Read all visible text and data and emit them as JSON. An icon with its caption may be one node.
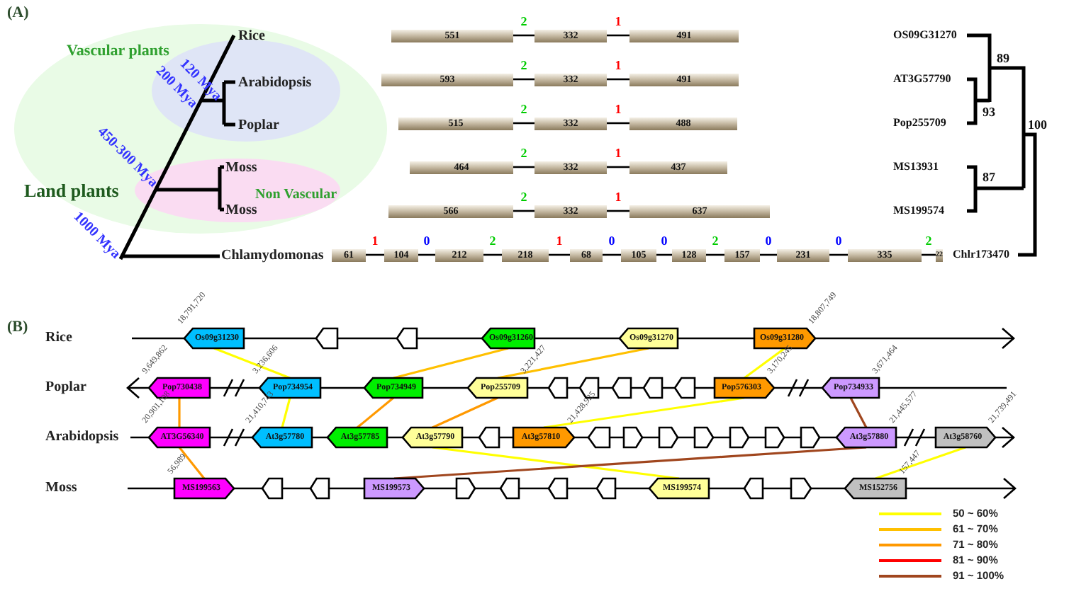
{
  "diagram": {
    "nodes": [
      {
        "text": [
          "Land plants"
        ]
      },
      {
        "text": [
          "Vascular plants"
        ],
        "in": 0
      },
      {
        "text": [
          "Rice"
        ],
        "in": 1
      },
      {
        "text": [
          "Arabidopsis"
        ],
        "in": 1
      },
      {
        "text": [
          "Poplar"
        ],
        "in": 1
      },
      {
        "text": [
          "Non Vascular"
        ],
        "in": 0
      },
      {
        "text": [
          "Moss"
        ],
        "in": 5
      },
      {
        "text": [
          "Moss"
        ],
        "in": 5
      },
      {
        "text": [
          "Chlamydomonas"
        ]
      },
      {
        "text": [
          "551"
        ]
      },
      {
        "text": [
          "332"
        ]
      },
      {
        "text": [
          "491"
        ]
      },
      {
        "text": [
          "593"
        ]
      },
      {
        "text": [
          "332"
        ]
      },
      {
        "text": [
          "491"
        ]
      },
      {
        "text": [
          "515"
        ]
      },
      {
        "text": [
          "332"
        ]
      },
      {
        "text": [
          "488"
        ]
      },
      {
        "text": [
          "464"
        ]
      },
      {
        "text": [
          "332"
        ]
      },
      {
        "text": [
          "437"
        ]
      },
      {
        "text": [
          "566"
        ]
      },
      {
        "text": [
          "332"
        ]
      },
      {
        "text": [
          "637"
        ]
      },
      {
        "text": [
          "61"
        ]
      },
      {
        "text": [
          "104"
        ]
      },
      {
        "text": [
          "212"
        ]
      },
      {
        "text": [
          "218"
        ]
      },
      {
        "text": [
          "68"
        ]
      },
      {
        "text": [
          "105"
        ]
      },
      {
        "text": [
          "128"
        ]
      },
      {
        "text": [
          "157"
        ]
      },
      {
        "text": [
          "231"
        ]
      },
      {
        "text": [
          "335"
        ]
      },
      {
        "text": [
          "22"
        ]
      },
      {
        "text": [
          "Os09g31230"
        ]
      },
      {
        "text": [],
        "shape": "pentagon"
      },
      {
        "text": [],
        "shape": "pentagon"
      },
      {
        "text": [
          "Os09g31260"
        ]
      },
      {
        "text": [
          "Os09g31270"
        ]
      },
      {
        "text": [
          "Os09g31280"
        ]
      },
      {
        "text": [
          "Pop730438"
        ]
      },
      {
        "text": [
          "Pop734954"
        ]
      },
      {
        "text": [
          "Pop734949"
        ]
      },
      {
        "text": [
          "Pop255709"
        ]
      },
      {
        "text": [],
        "shape": "pentagon"
      },
      {
        "text": [],
        "shape": "pentagon"
      },
      {
        "text": [],
        "shape": "pentagon"
      },
      {
        "text": [],
        "shape": "pentagon"
      },
      {
        "text": [],
        "shape": "pentagon"
      },
      {
        "text": [
          "Pop576303"
        ]
      },
      {
        "text": [
          "Pop734933"
        ]
      },
      {
        "text": [
          "AT3G56340"
        ]
      },
      {
        "text": [
          "At3g57780"
        ]
      },
      {
        "text": [
          "At3g57785"
        ]
      },
      {
        "text": [
          "At3g57790"
        ]
      },
      {
        "text": [],
        "shape": "pentagon"
      },
      {
        "text": [
          "At3g57810"
        ]
      },
      {
        "text": [],
        "shape": "pentagon"
      },
      {
        "text": [],
        "shape": "pentagon"
      },
      {
        "text": [],
        "shape": "pentagon"
      },
      {
        "text": [],
        "shape": "pentagon"
      },
      {
        "text": [],
        "shape": "pentagon"
      },
      {
        "text": [],
        "shape": "pentagon"
      },
      {
        "text": [],
        "shape": "pentagon"
      },
      {
        "text": [
          "At3g57880"
        ]
      },
      {
        "text": [
          "At3g58760"
        ]
      },
      {
        "text": [
          "MS199563"
        ]
      },
      {
        "text": [],
        "shape": "pentagon"
      },
      {
        "text": [],
        "shape": "pentagon"
      },
      {
        "text": [
          "MS199573"
        ]
      },
      {
        "text": [],
        "shape": "pentagon"
      },
      {
        "text": [],
        "shape": "pentagon"
      },
      {
        "text": [],
        "shape": "pentagon"
      },
      {
        "text": [],
        "shape": "pentagon"
      },
      {
        "text": [
          "MS199574"
        ]
      },
      {
        "text": [],
        "shape": "pentagon"
      },
      {
        "text": [],
        "shape": "pentagon"
      },
      {
        "text": [
          "MS152756"
        ]
      }
    ],
    "edges": [
      {
        "from": 9,
        "to": 10,
        "arrow": "none",
        "label": "2"
      },
      {
        "from": 10,
        "to": 11,
        "arrow": "none",
        "label": "1"
      },
      {
        "from": 12,
        "to": 13,
        "arrow": "none",
        "label": "2"
      },
      {
        "from": 13,
        "to": 14,
        "arrow": "none",
        "label": "1"
      },
      {
        "from": 15,
        "to": 16,
        "arrow": "none",
        "label": "2"
      },
      {
        "from": 16,
        "to": 17,
        "arrow": "none",
        "label": "1"
      },
      {
        "from": 18,
        "to": 19,
        "arrow": "none",
        "label": "2"
      },
      {
        "from": 19,
        "to": 20,
        "arrow": "none",
        "label": "1"
      },
      {
        "from": 21,
        "to": 22,
        "arrow": "none",
        "label": "2"
      },
      {
        "from": 22,
        "to": 23,
        "arrow": "none",
        "label": "1"
      },
      {
        "from": 24,
        "to": 25,
        "arrow": "none",
        "label": "1"
      },
      {
        "from": 25,
        "to": 26,
        "arrow": "none",
        "label": "0"
      },
      {
        "from": 26,
        "to": 27,
        "arrow": "none",
        "label": "2"
      },
      {
        "from": 27,
        "to": 28,
        "arrow": "none",
        "label": "1"
      },
      {
        "from": 28,
        "to": 29,
        "arrow": "none",
        "label": "0"
      },
      {
        "from": 29,
        "to": 30,
        "arrow": "none",
        "label": "0"
      },
      {
        "from": 30,
        "to": 31,
        "arrow": "none",
        "label": "2"
      },
      {
        "from": 31,
        "to": 32,
        "arrow": "none",
        "label": "0"
      },
      {
        "from": 32,
        "to": 33,
        "arrow": "none",
        "label": "0"
      },
      {
        "from": 33,
        "to": 34,
        "arrow": "none",
        "label": "2"
      },
      {
        "from": 35,
        "to": 42,
        "arrow": "none",
        "color": "#ffff00"
      },
      {
        "from": 42,
        "to": 53,
        "arrow": "none",
        "color": "#ffff00"
      },
      {
        "from": 38,
        "to": 43,
        "arrow": "none",
        "color": "#ffc000"
      },
      {
        "from": 43,
        "to": 54,
        "arrow": "none",
        "color": "#ff9900"
      },
      {
        "from": 39,
        "to": 44,
        "arrow": "none",
        "color": "#ffc000"
      },
      {
        "from": 44,
        "to": 55,
        "arrow": "none",
        "color": "#ff9900"
      },
      {
        "from": 55,
        "to": 75,
        "arrow": "none",
        "color": "#ffff00"
      },
      {
        "from": 40,
        "to": 50,
        "arrow": "none",
        "color": "#ffff00"
      },
      {
        "from": 50,
        "to": 57,
        "arrow": "none",
        "color": "#ffff00"
      },
      {
        "from": 51,
        "to": 65,
        "arrow": "none",
        "color": "#a0461e"
      },
      {
        "from": 65,
        "to": 70,
        "arrow": "none",
        "color": "#a0461e"
      },
      {
        "from": 66,
        "to": 78,
        "arrow": "none",
        "color": "#ffff00"
      },
      {
        "from": 41,
        "to": 52,
        "arrow": "none",
        "color": "#ff9900"
      },
      {
        "from": 52,
        "to": 67,
        "arrow": "none",
        "color": "#ff9900"
      }
    ],
    "labels": [
      "(A)",
      "120 Mya",
      "200 Mya",
      "450-300 Mya",
      "1000 Mya",
      "OS09G31270",
      "AT3G57790",
      "Pop255709",
      "MS13931",
      "MS199574",
      "Chlr173470",
      "89",
      "93",
      "87",
      "100",
      "(B)",
      "Rice",
      "Poplar",
      "Arabidopsis",
      "Moss",
      "18,791,720",
      "18,807,749",
      "9,649,862",
      "3,236,606",
      "3,221,427",
      "3,170,245",
      "3,671,464",
      "20,901,108",
      "21,410,743",
      "21,428,925",
      "21,445,577",
      "21,739,491",
      "56,989",
      "157,447"
    ],
    "legend": [
      {
        "text": "50 ~ 60%",
        "color": "#ffff00"
      },
      {
        "text": "61 ~ 70%",
        "color": "#ffc000"
      },
      {
        "text": "71 ~ 80%",
        "color": "#ff9900"
      },
      {
        "text": "81 ~ 90%",
        "color": "#ff0000"
      },
      {
        "text": "91 ~ 100%",
        "color": "#a0461e"
      }
    ]
  }
}
